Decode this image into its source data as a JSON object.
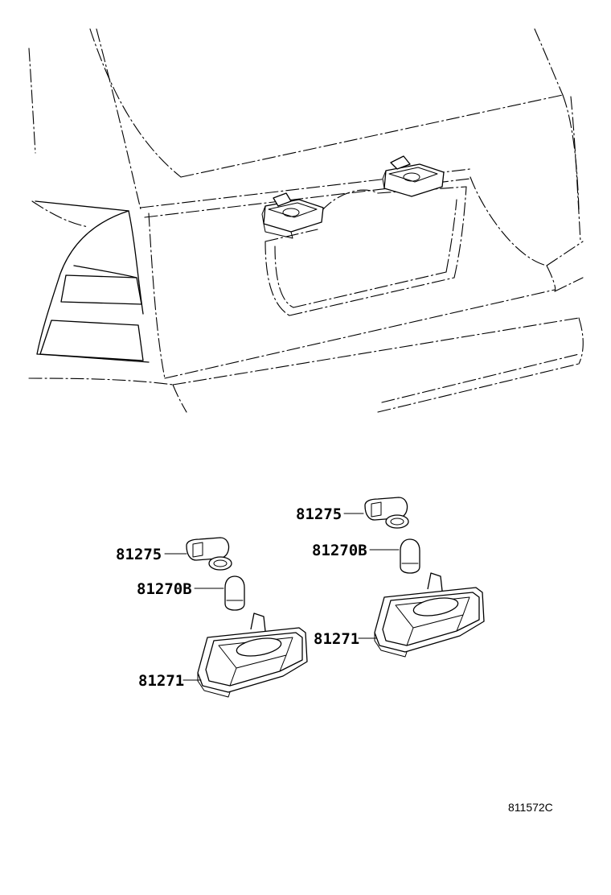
{
  "labels": {
    "socket_right": "81275",
    "bulb_right": "81270B",
    "lamp_right": "81271",
    "socket_left": "81275",
    "bulb_left": "81270B",
    "lamp_left": "81271"
  },
  "diagram_code": "811572C",
  "icons": {
    "vehicle": "vehicle-rear-view-icon",
    "lamp": "license-plate-lamp-icon",
    "socket": "bulb-socket-icon",
    "bulb": "wedge-bulb-icon"
  }
}
